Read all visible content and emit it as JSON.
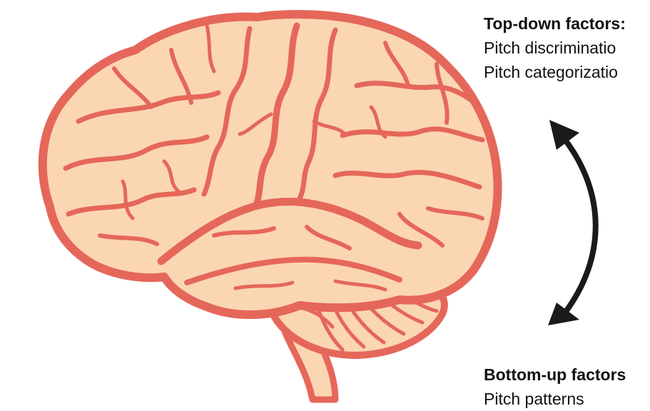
{
  "figure": {
    "colors": {
      "brain_fill": "#fbd6b3",
      "brain_outline": "#e5675a",
      "arrow": "#1a1a1a"
    },
    "icons": {
      "brain": "brain-illustration",
      "arrow": "double-headed-curved-arrow"
    }
  },
  "top_down": {
    "heading": "Top-down factors:",
    "items": [
      "Pitch discriminatio",
      "Pitch categorizatio"
    ]
  },
  "bottom_up": {
    "heading": "Bottom-up factors",
    "items": [
      "Pitch patterns"
    ]
  }
}
